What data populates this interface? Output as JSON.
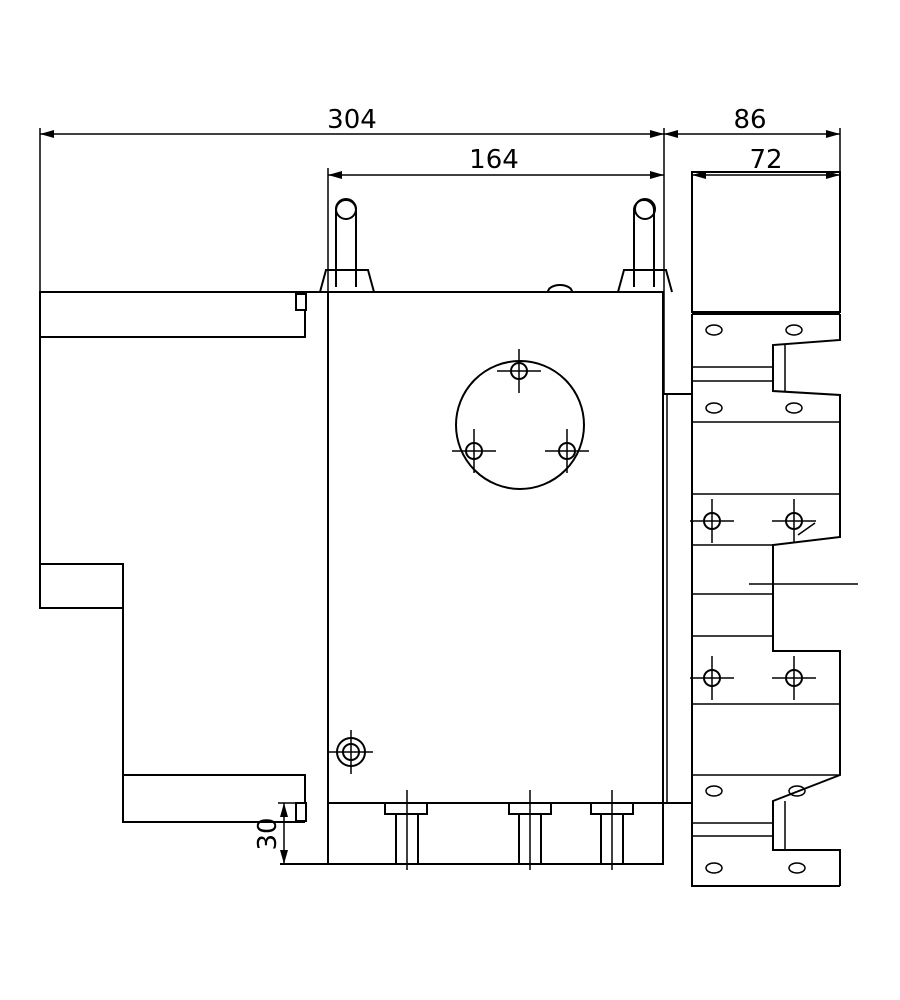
{
  "dimensions": {
    "overall_width": "304",
    "body_width": "164",
    "side_width": "86",
    "side_inner_width": "72",
    "base_height": "30"
  }
}
